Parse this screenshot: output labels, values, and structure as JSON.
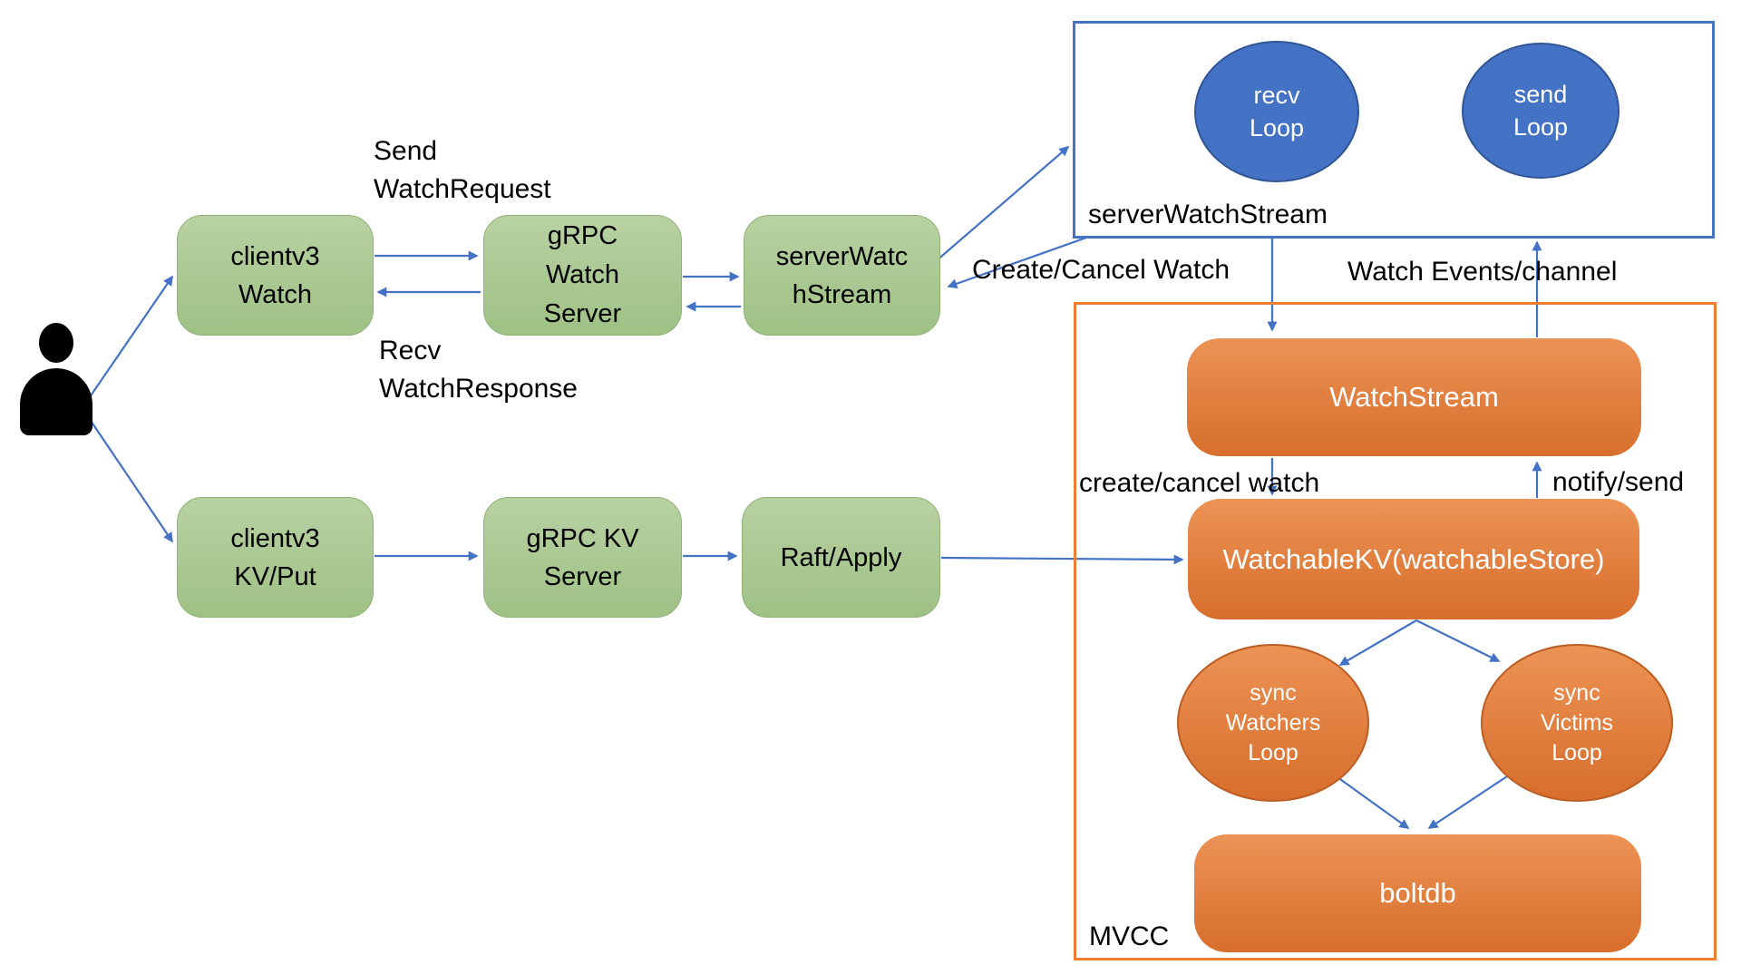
{
  "containers": {
    "serverWatchStream": {
      "label": "serverWatchStream"
    },
    "mvcc": {
      "label": "MVCC"
    }
  },
  "nodes": {
    "clientv3Watch": {
      "lines": [
        "clientv3",
        "Watch"
      ]
    },
    "grpcWatchServer": {
      "lines": [
        "gRPC",
        "Watch",
        "Server"
      ]
    },
    "serverWatchStreamBox": {
      "lines": [
        "serverWatc",
        "hStream"
      ]
    },
    "clientv3KvPut": {
      "lines": [
        "clientv3",
        "KV/Put"
      ]
    },
    "grpcKvServer": {
      "lines": [
        "gRPC KV",
        "Server"
      ]
    },
    "raftApply": {
      "lines": [
        "Raft/Apply"
      ]
    },
    "recvLoop": {
      "lines": [
        "recv",
        "Loop"
      ]
    },
    "sendLoop": {
      "lines": [
        "send",
        "Loop"
      ]
    },
    "watchStream": {
      "label": "WatchStream"
    },
    "watchableKv": {
      "label": "WatchableKV(watchableStore)"
    },
    "syncWatchersLoop": {
      "lines": [
        "sync",
        "Watchers",
        "Loop"
      ]
    },
    "syncVictimsLoop": {
      "lines": [
        "sync",
        "Victims",
        "Loop"
      ]
    },
    "boltdb": {
      "label": "boltdb"
    }
  },
  "edge_labels": {
    "send_watch_request": {
      "lines": [
        "Send",
        "WatchRequest"
      ]
    },
    "recv_watch_response": {
      "lines": [
        "Recv",
        "WatchResponse"
      ]
    },
    "create_cancel_watch_upper": "Create/Cancel Watch",
    "watch_events_channel": "Watch Events/channel",
    "create_cancel_watch_lower": "create/cancel watch",
    "notify_send": "notify/send"
  },
  "icons": {
    "user": "person-silhouette"
  },
  "colors": {
    "green_top": "#b8d1a2",
    "green_bottom": "#9ec185",
    "green_border": "#8fb274",
    "blue": "#4472c4",
    "blue_ellipse_border": "#2f5597",
    "orange_border": "#ed7d31",
    "orange_top": "#ec9355",
    "orange_bottom": "#d76e2c",
    "orange_ellipse_border": "#bc5d24",
    "arrow": "#4472c4",
    "text_dark": "#000000",
    "text_light": "#ffffff"
  }
}
